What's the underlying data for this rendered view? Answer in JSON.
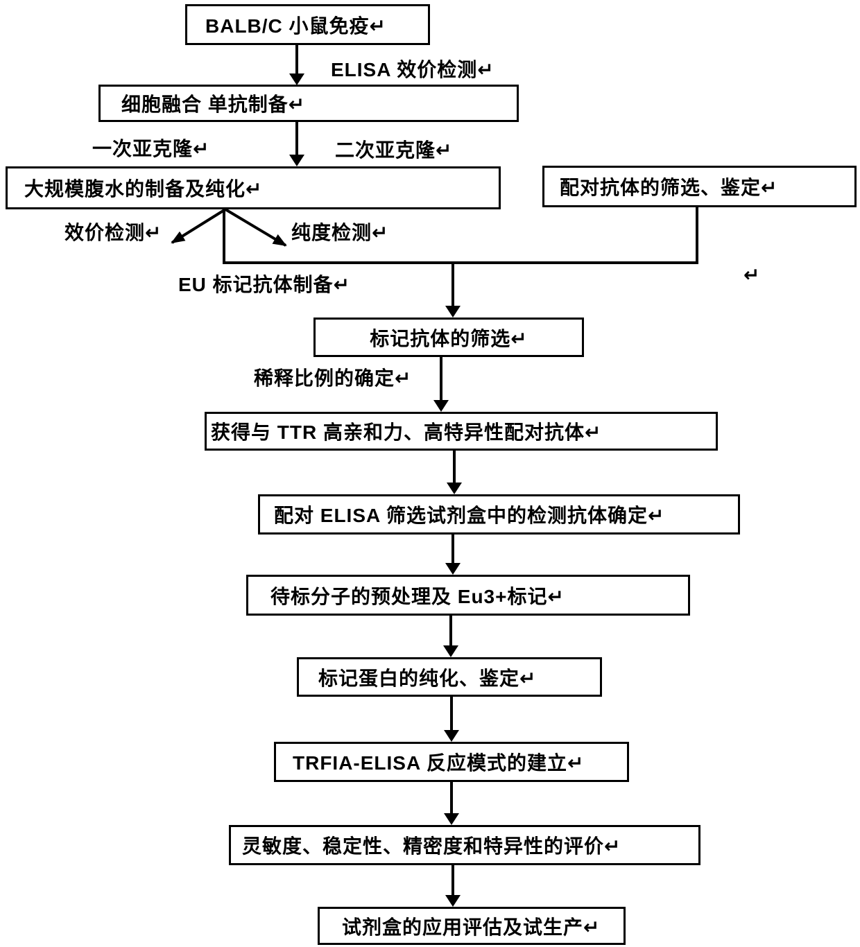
{
  "diagram": {
    "title_hint": "TRFIA-ELISA kit development flowchart",
    "line_color": "#000000",
    "background_color": "#ffffff",
    "boxes": [
      {
        "id": "balbc-immunization",
        "label": "BALB/C 小鼠免疫↵"
      },
      {
        "id": "cell-fusion",
        "label": "细胞融合 单抗制备↵"
      },
      {
        "id": "ascites-purification",
        "label": "大规模腹水的制备及纯化↵"
      },
      {
        "id": "paired-antibody",
        "label": "配对抗体的筛选、鉴定↵"
      },
      {
        "id": "labeled-screening",
        "label": "标记抗体的筛选↵"
      },
      {
        "id": "obtain-paired",
        "label": "获得与 TTR 高亲和力、高特异性配对抗体↵"
      },
      {
        "id": "elisa-kit-antibody",
        "label": "配对 ELISA 筛选试剂盒中的检测抗体确定↵"
      },
      {
        "id": "pretreat-eu-label",
        "label": "待标分子的预处理及 Eu3+标记↵"
      },
      {
        "id": "protein-purification",
        "label": "标记蛋白的纯化、鉴定↵"
      },
      {
        "id": "trfia-elisa-mode",
        "label": "TRFIA-ELISA 反应模式的建立↵"
      },
      {
        "id": "performance-eval",
        "label": "灵敏度、稳定性、精密度和特异性的评价↵"
      },
      {
        "id": "trial-production",
        "label": "试剂盒的应用评估及试生产↵"
      }
    ],
    "edge_labels": [
      {
        "id": "elisa-titer",
        "text": "ELISA 效价检测↵"
      },
      {
        "id": "subclone-1",
        "text": "一次亚克隆↵"
      },
      {
        "id": "subclone-2",
        "text": "二次亚克隆↵"
      },
      {
        "id": "titer-check",
        "text": "效价检测↵"
      },
      {
        "id": "purity-check",
        "text": "纯度检测↵"
      },
      {
        "id": "eu-antibody",
        "text": "EU 标记抗体制备↵"
      },
      {
        "id": "dilution-ratio",
        "text": "稀释比例的确定↵"
      },
      {
        "id": "return-mark",
        "text": "↵"
      }
    ]
  }
}
